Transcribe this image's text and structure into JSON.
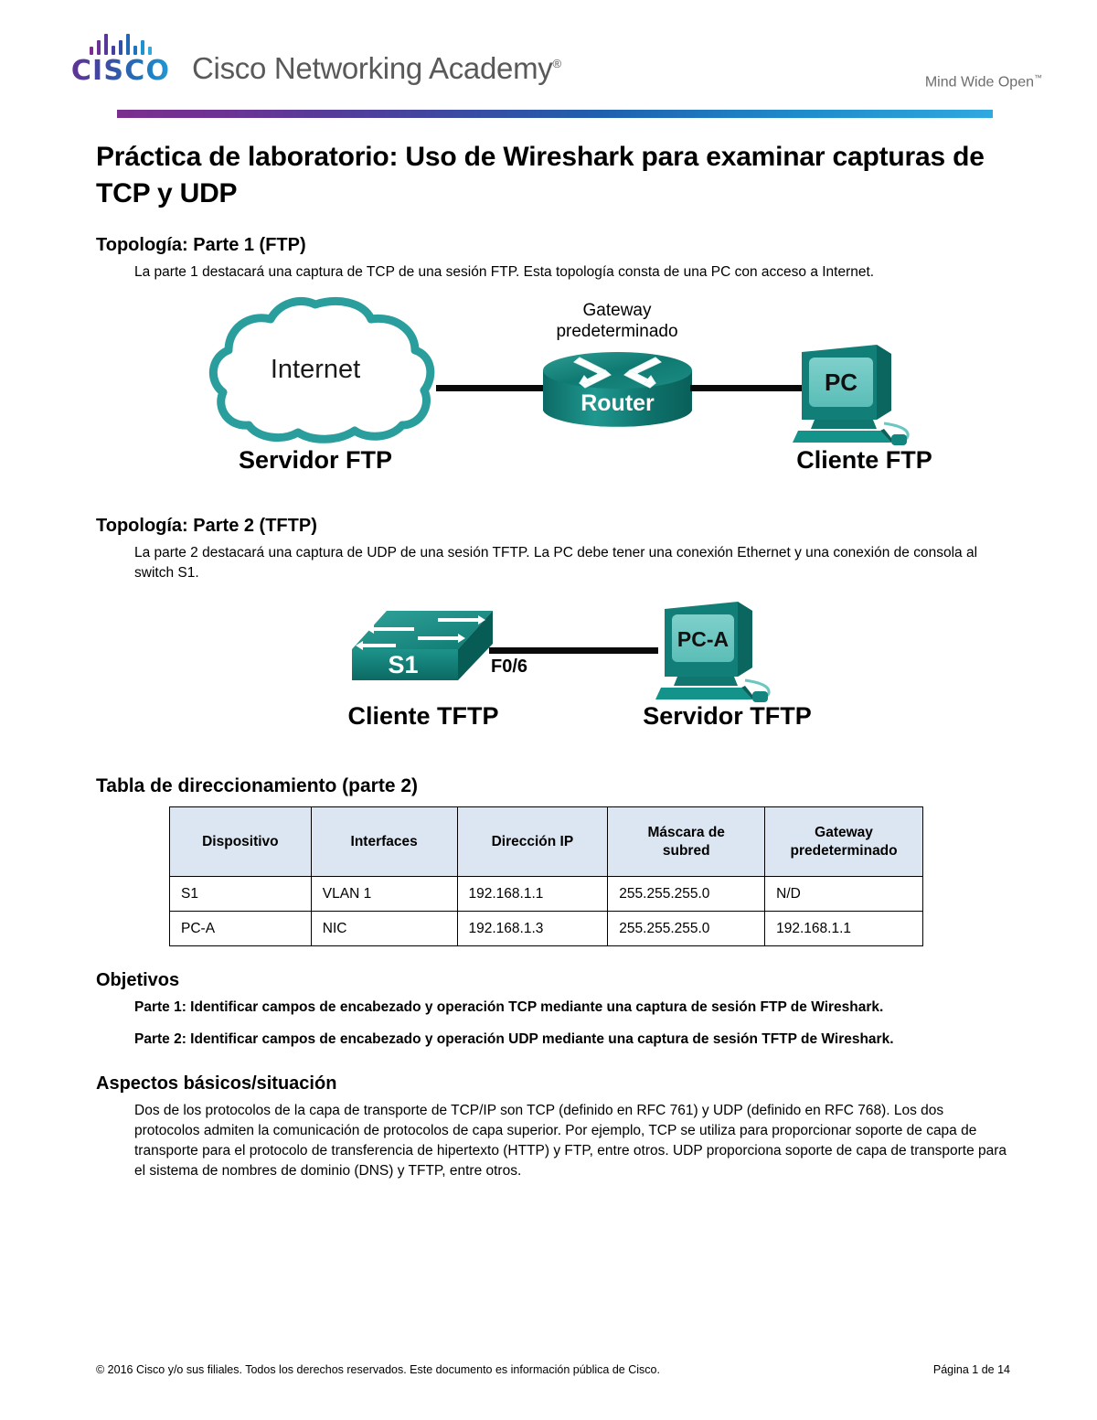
{
  "header": {
    "logo_text": "CISCO",
    "academy_name": "Cisco Networking Academy",
    "academy_mark": "®",
    "tagline": "Mind Wide Open",
    "tagline_mark": "™"
  },
  "document": {
    "title": "Práctica de laboratorio: Uso de Wireshark para examinar capturas de TCP y UDP"
  },
  "sections": {
    "topology1": {
      "heading_prefix": "Topología: ",
      "heading_bold": "Parte 1 (FTP)",
      "body": "La parte 1 destacará una captura de TCP de una sesión FTP. Esta topología consta de una PC con acceso a Internet."
    },
    "topology2": {
      "heading_prefix": "Topología: ",
      "heading_bold": "Parte 2 (TFTP)",
      "body": "La parte 2 destacará una captura de UDP de una sesión TFTP. La PC debe tener una conexión Ethernet y una conexión de consola al switch S1."
    },
    "addressing": {
      "heading": "Tabla de direccionamiento (parte 2)"
    },
    "objectives": {
      "heading": "Objetivos",
      "items": [
        "Parte 1: Identificar campos de encabezado y operación TCP mediante una captura de sesión FTP de Wireshark.",
        "Parte 2: Identificar campos de encabezado y operación UDP mediante una captura de sesión TFTP de Wireshark."
      ]
    },
    "background": {
      "heading": "Aspectos  básicos/situación",
      "body": "Dos de los protocolos de la capa de transporte de TCP/IP son TCP (definido en RFC 761) y UDP (definido en RFC 768). Los dos protocolos admiten la comunicación de protocolos de capa superior. Por ejemplo, TCP se utiliza para proporcionar soporte de capa de transporte para el protocolo de transferencia de hipertexto (HTTP) y FTP, entre otros. UDP proporciona soporte de capa de transporte para el sistema de nombres de dominio (DNS) y TFTP, entre otros."
    }
  },
  "diagram1": {
    "cloud_label": "Internet",
    "cloud_caption": "Servidor FTP",
    "gateway_label_line1": "Gateway",
    "gateway_label_line2": "predeterminado",
    "router_label": "Router",
    "pc_label": "PC",
    "pc_caption": "Cliente FTP"
  },
  "diagram2": {
    "switch_label": "S1",
    "switch_caption": "Cliente TFTP",
    "interface_label": "F0/6",
    "pc_label": "PC-A",
    "pc_caption": "Servidor TFTP"
  },
  "table": {
    "headers": [
      "Dispositivo",
      "Interfaces",
      "Dirección IP",
      "Máscara de subred",
      "Gateway predeterminado"
    ],
    "header_lines": [
      [
        "Dispositivo"
      ],
      [
        "Interfaces"
      ],
      [
        "Dirección IP"
      ],
      [
        "Máscara de",
        "subred"
      ],
      [
        "Gateway",
        "predeterminado"
      ]
    ],
    "rows": [
      [
        "S1",
        "VLAN 1",
        "192.168.1.1",
        "255.255.255.0",
        "N/D"
      ],
      [
        "PC-A",
        "NIC",
        "192.168.1.3",
        "255.255.255.0",
        "192.168.1.1"
      ]
    ]
  },
  "footer": {
    "copyright": "© 2016 Cisco y/o sus filiales. Todos los derechos reservados. Este documento es información pública de Cisco.",
    "page": "Página 1 de 14"
  },
  "colors": {
    "brand_purple": "#7b2e8e",
    "brand_blue": "#1d76bb",
    "brand_light_blue": "#30a8e0",
    "device_teal": "#16857f",
    "cloud_teal": "#2a9d9d",
    "table_header_fill": "#dce6f2"
  }
}
